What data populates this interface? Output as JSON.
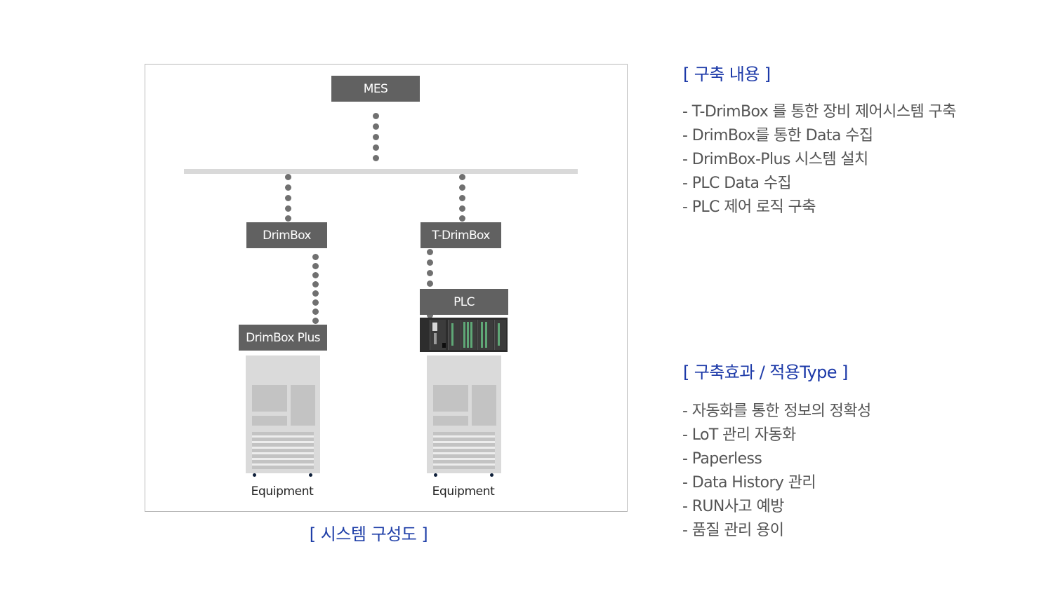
{
  "diagram": {
    "nodes": {
      "mes": "MES",
      "drimbox": "DrimBox",
      "t_drimbox": "T-DrimBox",
      "drimbox_plus": "DrimBox Plus",
      "plc": "PLC"
    },
    "equipment_labels": [
      "Equipment",
      "Equipment"
    ],
    "caption": "[ 시스템 구성도 ]"
  },
  "construction": {
    "heading": "[ 구축 내용 ]",
    "items": [
      "- T-DrimBox 를 통한 장비 제어시스템 구축",
      "- DrimBox를 통한 Data 수집",
      "- DrimBox-Plus 시스템 설치",
      "- PLC Data 수집",
      "- PLC 제어 로직 구축"
    ]
  },
  "effects": {
    "heading": "[ 구축효과 / 적용Type ]",
    "items": [
      "- 자동화를 통한 정보의 정확성",
      "- LoT 관리 자동화",
      "- Paperless",
      "- Data History 관리",
      "- RUN사고 예방",
      "- 품질 관리 용이"
    ]
  },
  "colors": {
    "node_fill": "#616161",
    "bus": "#d9d9d9",
    "connector_dots": "#707070",
    "heading_blue": "#1c39a8",
    "body_text": "#555555"
  }
}
